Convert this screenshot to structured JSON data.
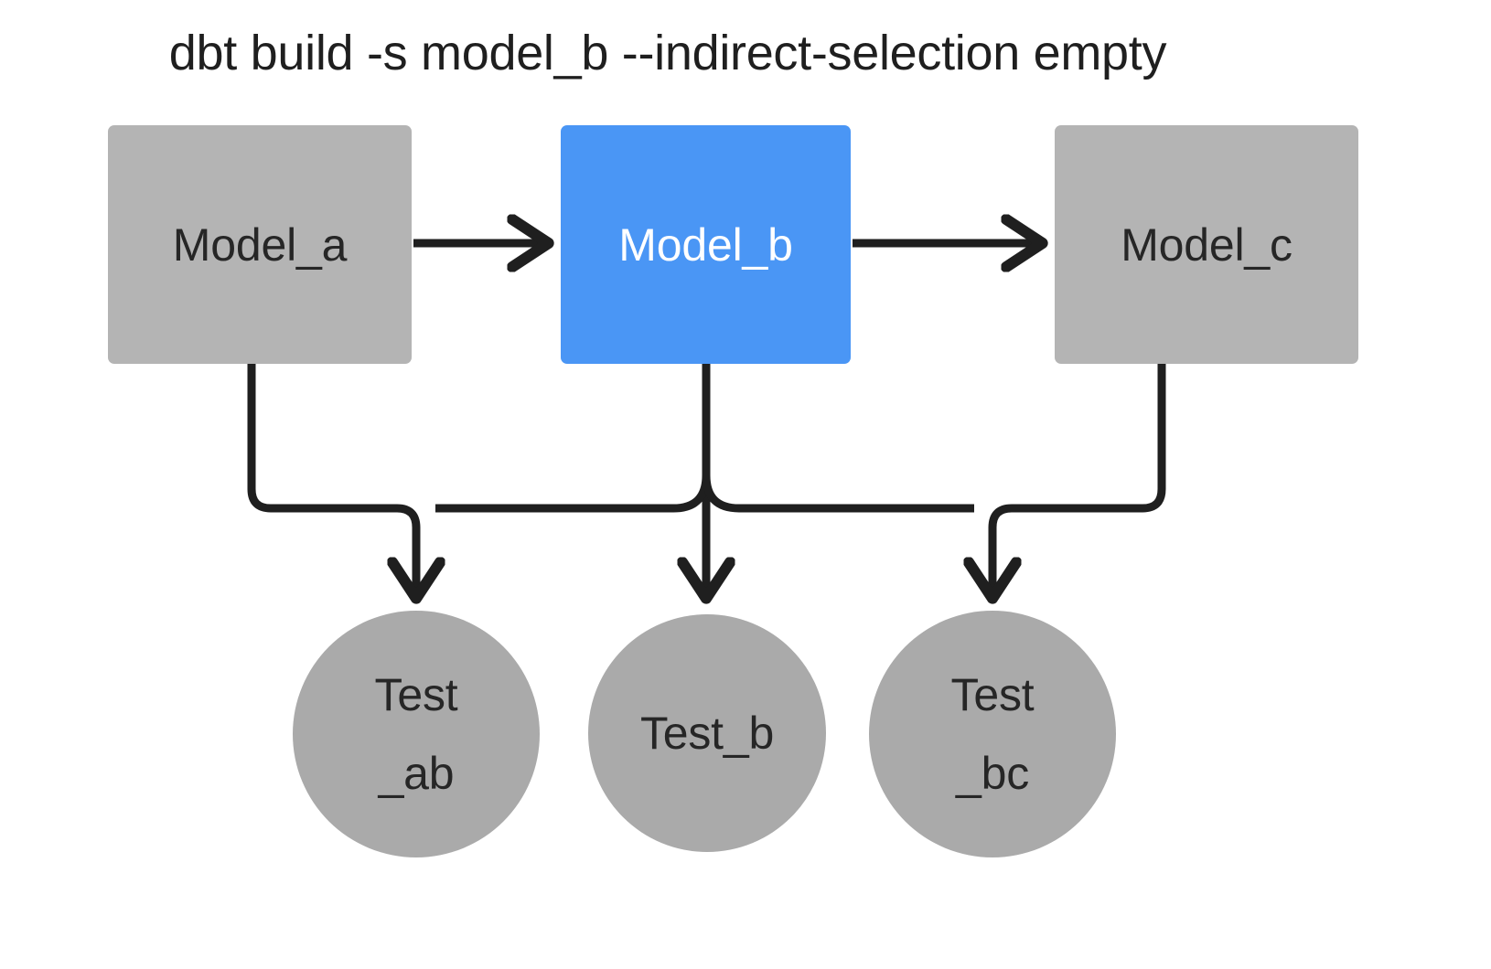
{
  "diagram": {
    "title": "dbt build -s model_b --indirect-selection empty",
    "background_color": "#ffffff",
    "edge_color": "#1f1f1f",
    "colors": {
      "selected_node": "#4a96f5",
      "unselected_node": "#b4b4b4",
      "test_node": "#aaaaaa",
      "selected_text": "#ffffff",
      "node_text": "#262626"
    },
    "models": [
      {
        "id": "model_a",
        "label": "Model_a",
        "state": "unselected",
        "fill": "#b4b4b4",
        "text_color": "#262626",
        "shape": "rectangle"
      },
      {
        "id": "model_b",
        "label": "Model_b",
        "state": "selected",
        "fill": "#4a96f5",
        "text_color": "#ffffff",
        "shape": "rectangle"
      },
      {
        "id": "model_c",
        "label": "Model_c",
        "state": "unselected",
        "fill": "#b4b4b4",
        "text_color": "#262626",
        "shape": "rectangle"
      }
    ],
    "tests": [
      {
        "id": "test_ab",
        "label": "Test\n_ab",
        "line1": "Test",
        "line2": "_ab",
        "state": "unselected",
        "fill": "#aaaaaa",
        "shape": "circle"
      },
      {
        "id": "test_b",
        "label": "Test_b",
        "line1": "Test_b",
        "line2": "",
        "state": "unselected",
        "fill": "#aaaaaa",
        "shape": "circle"
      },
      {
        "id": "test_bc",
        "label": "Test\n_bc",
        "line1": "Test",
        "line2": "_bc",
        "state": "unselected",
        "fill": "#aaaaaa",
        "shape": "circle"
      }
    ],
    "edges": [
      {
        "id": "edge-a-to-b",
        "from": "model_a",
        "to": "model_b",
        "style": "straight-arrow"
      },
      {
        "id": "edge-b-to-c",
        "from": "model_b",
        "to": "model_c",
        "style": "straight-arrow"
      },
      {
        "id": "edge-a-to-test-ab",
        "from": "model_a",
        "to": "test_ab",
        "style": "elbow-arrow"
      },
      {
        "id": "edge-b-to-test-ab",
        "from": "model_b",
        "to": "test_ab",
        "style": "elbow-arrow"
      },
      {
        "id": "edge-b-to-test-b",
        "from": "model_b",
        "to": "test_b",
        "style": "straight-arrow"
      },
      {
        "id": "edge-b-to-test-bc",
        "from": "model_b",
        "to": "test_bc",
        "style": "elbow-arrow"
      },
      {
        "id": "edge-c-to-test-bc",
        "from": "model_c",
        "to": "test_bc",
        "style": "elbow-arrow"
      }
    ]
  }
}
